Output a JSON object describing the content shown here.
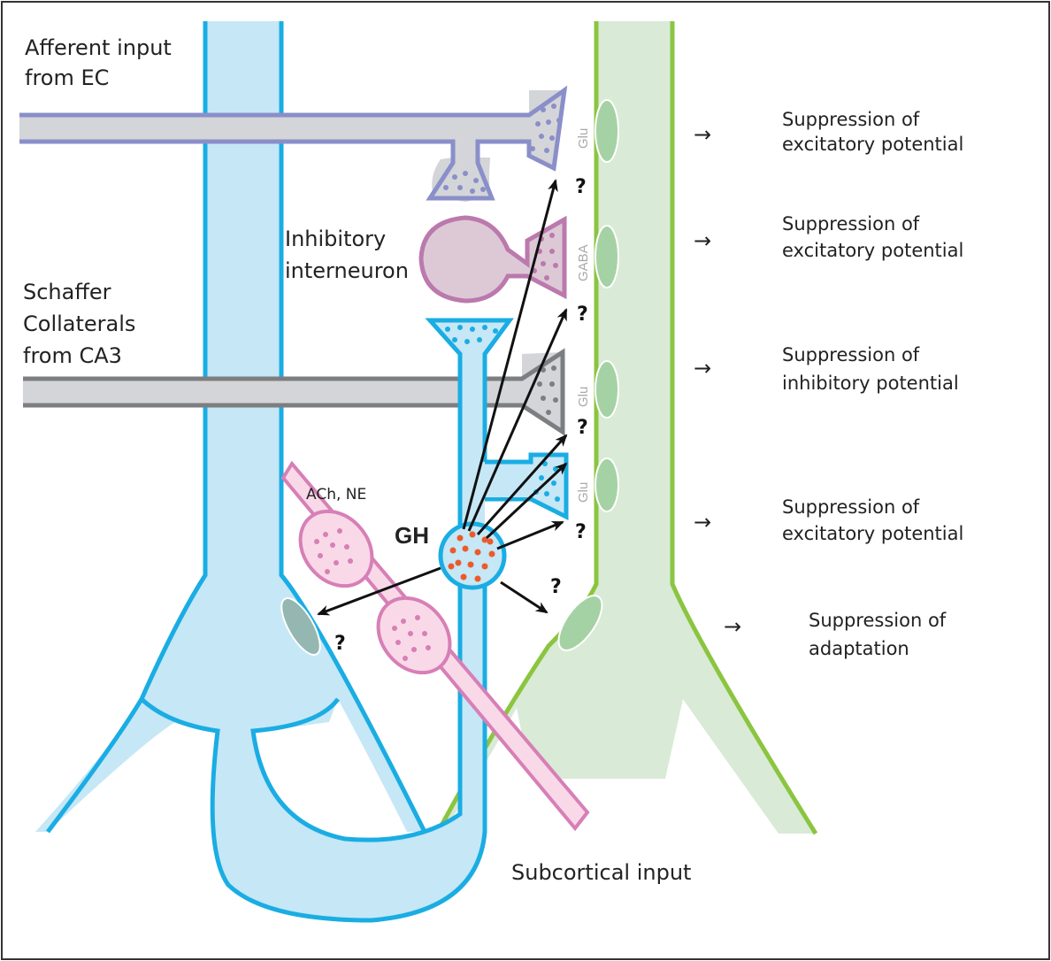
{
  "labels": {
    "afferent_line1": "Afferent input",
    "afferent_line2": "from EC",
    "interneuron_line1": "Inhibitory",
    "interneuron_line2": "interneuron",
    "schaffer_line1": "Schaffer",
    "schaffer_line2": "Collaterals",
    "schaffer_line3": "from CA3",
    "ach_ne": "ACh, NE",
    "gh": "GH",
    "subcortical": "Subcortical input",
    "question": "?"
  },
  "neurotransmitters": {
    "glu1": "Glu",
    "gaba": "GABA",
    "glu2": "Glu",
    "glu3": "Glu"
  },
  "effects": [
    {
      "arrow": "→",
      "line1": "Suppression of",
      "line2": "excitatory potential"
    },
    {
      "arrow": "→",
      "line1": "Suppression of",
      "line2": "excitatory potential"
    },
    {
      "arrow": "→",
      "line1": "Suppression of",
      "line2": "inhibitory potential"
    },
    {
      "arrow": "→",
      "line1": "Suppression of",
      "line2": "excitatory potential"
    },
    {
      "arrow": "→",
      "line1": "Suppression of",
      "line2": "adaptation"
    }
  ],
  "colors": {
    "blue_stroke": "#1aade3",
    "blue_fill": "#c6e7f6",
    "green_stroke": "#8bc540",
    "green_fill": "#d9ead6",
    "purple_stroke": "#8a8fc9",
    "gray_fill": "#d3d5d8",
    "pink_stroke": "#d77fb6",
    "pink_fill": "#f9d9e8",
    "mauve_stroke": "#bb79ad",
    "mauve_fill": "#ddc9d6",
    "dark_gray": "#7d7e81",
    "orange_dot": "#ec5a2b"
  }
}
